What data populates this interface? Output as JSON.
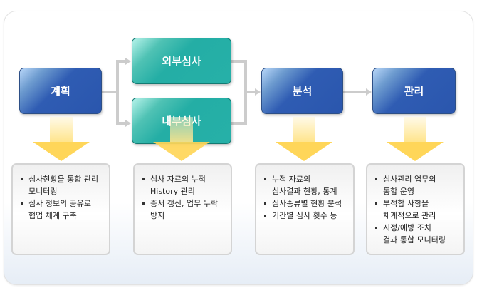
{
  "stages": {
    "plan": {
      "label": "계획"
    },
    "external": {
      "label": "외부심사"
    },
    "internal": {
      "label": "내부심사"
    },
    "analysis": {
      "label": "분석"
    },
    "manage": {
      "label": "관리"
    }
  },
  "cards": [
    {
      "items": [
        {
          "lines": [
            "심사현황을 통합 관리",
            "모니터링"
          ]
        },
        {
          "lines": [
            "심사 정보의 공유로",
            "협업 체계 구축"
          ]
        }
      ]
    },
    {
      "items": [
        {
          "lines": [
            "심사 자료의 누적",
            "History 관리"
          ]
        },
        {
          "lines": [
            "증서 갱신, 업무 누락",
            "방지"
          ]
        }
      ]
    },
    {
      "items": [
        {
          "lines": [
            "누적 자료의",
            "심사결과 현황, 통계"
          ]
        },
        {
          "lines": [
            "심사종류별 현황 분석"
          ]
        },
        {
          "lines": [
            "기간별 심사 횟수 등"
          ]
        }
      ]
    },
    {
      "items": [
        {
          "lines": [
            "심사관리 업무의",
            "통합 운영"
          ]
        },
        {
          "lines": [
            "부적합 사항을",
            "체계적으로 관리"
          ]
        },
        {
          "lines": [
            "시정/예방 조치",
            "결과 통합 모니터링"
          ]
        }
      ]
    }
  ],
  "colors": {
    "blue_box": "#2a56ad",
    "teal_box": "#26b0a8",
    "connector": "#cccccc",
    "down_arrow": "#ffd659"
  }
}
